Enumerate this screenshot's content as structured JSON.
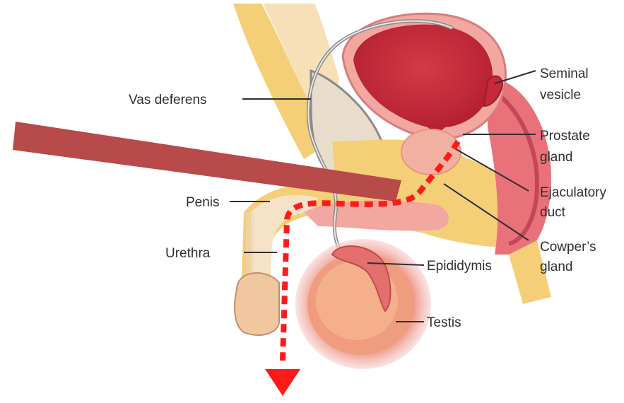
{
  "labels": {
    "vas_deferens": "Vas deferens",
    "seminal_vesicle_line1": "Seminal",
    "seminal_vesicle_line2": "vesicle",
    "prostate_line1": "Prostate",
    "prostate_line2": "gland",
    "ejaculatory_line1": "Ejaculatory",
    "ejaculatory_line2": "duct",
    "penis": "Penis",
    "cowpers_line1": "Cowper’s",
    "cowpers_line2": "gland",
    "urethra": "Urethra",
    "epididymis": "Epididymis",
    "testis": "Testis"
  },
  "colors": {
    "flow_arrow": "#ff1a1a",
    "redaction_bar": "#b84a4a",
    "bladder": "#c8283a",
    "tissue_pink": "#f2a7a0",
    "fat_yellow": "#f4cf78"
  }
}
